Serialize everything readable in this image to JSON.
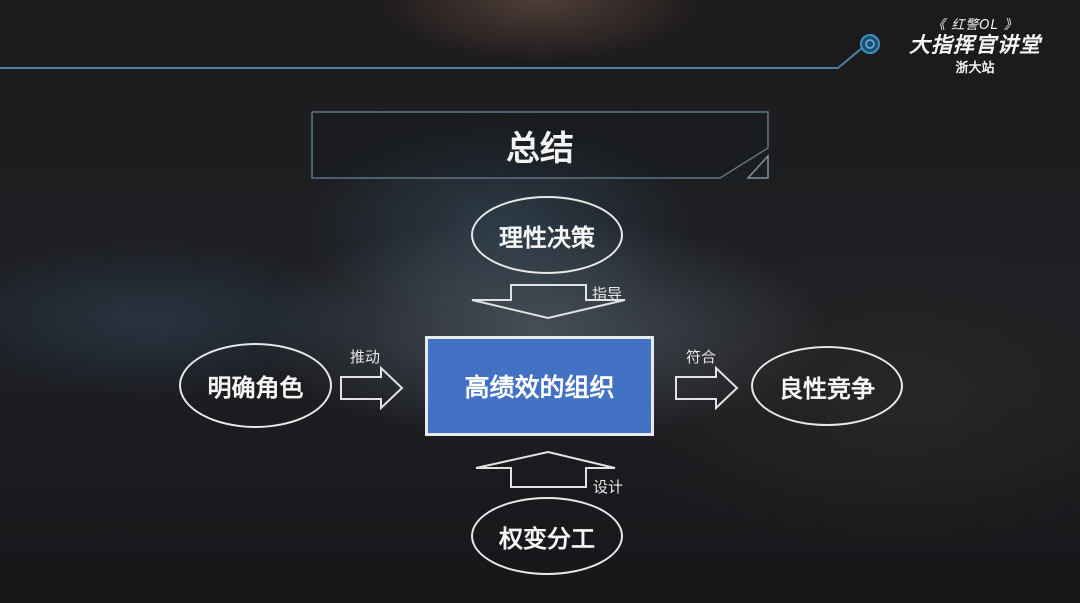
{
  "brand": {
    "subtitle": "《 红警OL 》",
    "title": "大指挥官讲堂",
    "location": "浙大站"
  },
  "slide": {
    "title": "总结",
    "center_node": "高绩效的组织",
    "nodes": {
      "top": "理性决策",
      "left": "明确角色",
      "right": "良性竞争",
      "bottom": "权变分工"
    },
    "arrow_labels": {
      "top": "指导",
      "left": "推动",
      "right": "符合",
      "bottom": "设计"
    }
  },
  "colors": {
    "center_fill": "#4372c4",
    "accent_line": "#5a8fb8"
  }
}
